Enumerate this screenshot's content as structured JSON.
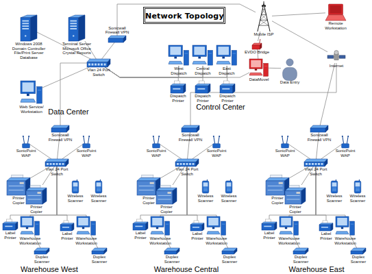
{
  "diagram": {
    "title": "Network Topology",
    "nodes": [
      {
        "text": [
          "Windows 2008 Domain Controller File/Print Server Database"
        ]
      },
      {
        "text": [
          "Terminal Server Microsoft Office Crystal Reports"
        ]
      },
      {
        "text": [
          "Sonicwall Firewall VPN"
        ]
      },
      {
        "text": [
          "Web Service/ Workstation"
        ]
      },
      {
        "text": [
          "Vlan 24 Port Switch"
        ]
      },
      {
        "text": [
          "West Dispatch"
        ]
      },
      {
        "text": [
          "Central Dispatch"
        ]
      },
      {
        "text": [
          "East Dispatch"
        ]
      },
      {
        "text": [
          "Dispatch Printer"
        ]
      },
      {
        "text": [
          "Dispatch Printer"
        ]
      },
      {
        "text": [
          "Dispatch Printer"
        ]
      },
      {
        "text": [
          "Mobile ISP"
        ]
      },
      {
        "text": [
          "Remote Workstation"
        ]
      },
      {
        "text": [
          "EVDO Bridge"
        ]
      },
      {
        "text": [
          "DataMovel"
        ]
      },
      {
        "text": [
          "Data Entry"
        ]
      },
      {
        "text": [
          "Internet"
        ]
      },
      {
        "text": [
          "Sonicwall Firewall VPN"
        ]
      },
      {
        "text": [
          "SonicPoint WAP"
        ]
      },
      {
        "text": [
          "SonicPoint WAP"
        ]
      },
      {
        "text": [
          "Vlan 24 Port Switch"
        ]
      },
      {
        "text": [
          "Printer Copier"
        ]
      },
      {
        "text": [
          "Printer Copier"
        ]
      },
      {
        "text": [
          "Wireless Scanner"
        ]
      },
      {
        "text": [
          "Wireless Scanner"
        ]
      },
      {
        "text": [
          "Label Printer"
        ]
      },
      {
        "text": [
          "Warehouse Workstation"
        ]
      },
      {
        "text": [
          "Duplex Scanner"
        ]
      },
      {
        "text": [
          "Label Printer"
        ]
      },
      {
        "text": [
          "Warehouse Workstation"
        ]
      },
      {
        "text": [
          "Duplex Scanner"
        ]
      },
      {
        "text": [
          "Sonicwall Firewall VPN"
        ]
      },
      {
        "text": [
          "SonicPoint WAP"
        ]
      },
      {
        "text": [
          "SonicPoint WAP"
        ]
      },
      {
        "text": [
          "Vlan 24 Port Switch"
        ]
      },
      {
        "text": [
          "Printer Copier"
        ]
      },
      {
        "text": [
          "Printer Copier"
        ]
      },
      {
        "text": [
          "Wireless Scanner"
        ]
      },
      {
        "text": [
          "Wireless Scanner"
        ]
      },
      {
        "text": [
          "Label Printer"
        ]
      },
      {
        "text": [
          "Warehouse Workstation"
        ]
      },
      {
        "text": [
          "Duplex Scanner"
        ]
      },
      {
        "text": [
          "Label Printer"
        ]
      },
      {
        "text": [
          "Warehouse Workstation"
        ]
      },
      {
        "text": [
          "Duplex Scanner"
        ]
      },
      {
        "text": [
          "Sonicwall Firewall VPN"
        ]
      },
      {
        "text": [
          "SonicPoint WAP"
        ]
      },
      {
        "text": [
          "SonicPoint WAP"
        ]
      },
      {
        "text": [
          "Vlan 24 Port Switch"
        ]
      },
      {
        "text": [
          "Printer Copier"
        ]
      },
      {
        "text": [
          "Printer Copier"
        ]
      },
      {
        "text": [
          "Wireless Scanner"
        ]
      },
      {
        "text": [
          "Wireless Scanner"
        ]
      },
      {
        "text": [
          "Label Printer"
        ]
      },
      {
        "text": [
          "Warehouse Workstation"
        ]
      },
      {
        "text": [
          "Duplex Scanner"
        ]
      },
      {
        "text": [
          "Label Printer"
        ]
      },
      {
        "text": [
          "Warehouse Workstation"
        ]
      },
      {
        "text": [
          "Duplex Scanner"
        ]
      }
    ],
    "edges": [
      {
        "from": 0,
        "to": 4,
        "arrow": "none"
      },
      {
        "from": 1,
        "to": 4,
        "arrow": "none"
      },
      {
        "from": 2,
        "to": 4,
        "arrow": "none"
      },
      {
        "from": 3,
        "to": 4,
        "arrow": "none"
      },
      {
        "from": 4,
        "to": 17,
        "arrow": "none"
      },
      {
        "from": 4,
        "to": 5,
        "arrow": "none"
      },
      {
        "from": 4,
        "to": 6,
        "arrow": "none"
      },
      {
        "from": 4,
        "to": 7,
        "arrow": "none"
      },
      {
        "from": 4,
        "to": 14,
        "arrow": "none"
      },
      {
        "from": 5,
        "to": 8,
        "arrow": "none"
      },
      {
        "from": 6,
        "to": 9,
        "arrow": "none"
      },
      {
        "from": 7,
        "to": 10,
        "arrow": "none"
      },
      {
        "from": 2,
        "to": 11,
        "arrow": "none"
      },
      {
        "from": 11,
        "to": 12,
        "arrow": "none"
      },
      {
        "from": 11,
        "to": 16,
        "arrow": "none"
      },
      {
        "from": 13,
        "to": 11,
        "arrow": "none"
      },
      {
        "from": 14,
        "to": 13,
        "arrow": "none"
      },
      {
        "from": 15,
        "to": 14,
        "arrow": "none"
      },
      {
        "from": 16,
        "to": 31,
        "arrow": "none"
      },
      {
        "from": 16,
        "to": 45,
        "arrow": "none"
      },
      {
        "from": 17,
        "to": 20,
        "arrow": "none"
      },
      {
        "from": 20,
        "to": 18,
        "arrow": "none"
      },
      {
        "from": 20,
        "to": 19,
        "arrow": "none"
      },
      {
        "from": 20,
        "to": 21,
        "arrow": "none"
      },
      {
        "from": 20,
        "to": 22,
        "arrow": "none"
      },
      {
        "from": 20,
        "to": 25,
        "arrow": "none"
      },
      {
        "from": 20,
        "to": 26,
        "arrow": "none"
      },
      {
        "from": 20,
        "to": 28,
        "arrow": "none"
      },
      {
        "from": 20,
        "to": 29,
        "arrow": "none"
      },
      {
        "from": 26,
        "to": 27,
        "arrow": "none"
      },
      {
        "from": 29,
        "to": 30,
        "arrow": "none"
      },
      {
        "from": 31,
        "to": 34,
        "arrow": "none"
      },
      {
        "from": 34,
        "to": 32,
        "arrow": "none"
      },
      {
        "from": 34,
        "to": 33,
        "arrow": "none"
      },
      {
        "from": 34,
        "to": 35,
        "arrow": "none"
      },
      {
        "from": 34,
        "to": 36,
        "arrow": "none"
      },
      {
        "from": 34,
        "to": 39,
        "arrow": "none"
      },
      {
        "from": 34,
        "to": 40,
        "arrow": "none"
      },
      {
        "from": 34,
        "to": 42,
        "arrow": "none"
      },
      {
        "from": 34,
        "to": 43,
        "arrow": "none"
      },
      {
        "from": 40,
        "to": 41,
        "arrow": "none"
      },
      {
        "from": 43,
        "to": 44,
        "arrow": "none"
      },
      {
        "from": 45,
        "to": 48,
        "arrow": "none"
      },
      {
        "from": 48,
        "to": 46,
        "arrow": "none"
      },
      {
        "from": 48,
        "to": 47,
        "arrow": "none"
      },
      {
        "from": 48,
        "to": 49,
        "arrow": "none"
      },
      {
        "from": 48,
        "to": 50,
        "arrow": "none"
      },
      {
        "from": 48,
        "to": 53,
        "arrow": "none"
      },
      {
        "from": 48,
        "to": 54,
        "arrow": "none"
      },
      {
        "from": 48,
        "to": 56,
        "arrow": "none"
      },
      {
        "from": 48,
        "to": 57,
        "arrow": "none"
      },
      {
        "from": 54,
        "to": 55,
        "arrow": "none"
      },
      {
        "from": 57,
        "to": 58,
        "arrow": "none"
      }
    ],
    "labels": [
      "Data Center",
      "Control Center",
      "Warehouse West",
      "Warehouse Central",
      "Warehouse East"
    ]
  }
}
